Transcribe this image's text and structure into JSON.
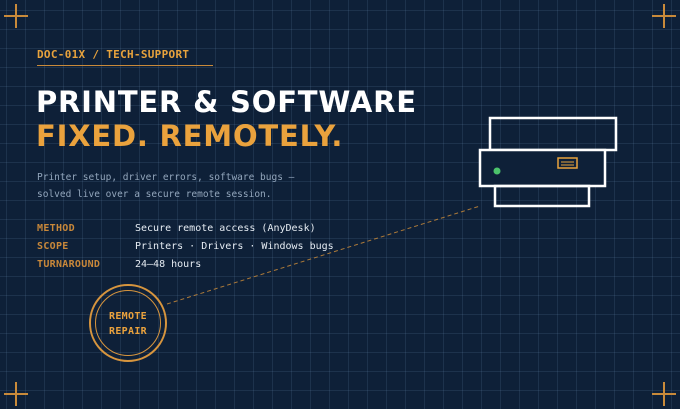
{
  "header": {
    "doc_id": "DOC-01X / TECH-SUPPORT"
  },
  "hero": {
    "title_line1": "PRINTER & SOFTWARE",
    "title_line2": "FIXED. REMOTELY.",
    "description_line1": "Printer setup, driver errors, software bugs —",
    "description_line2": "solved live over a secure remote session."
  },
  "specs": [
    {
      "key": "METHOD",
      "value": "Secure remote access (AnyDesk)"
    },
    {
      "key": "SCOPE",
      "value": "Printers · Drivers · Windows bugs"
    },
    {
      "key": "TURNAROUND",
      "value": "24–48 hours"
    }
  ],
  "stamp": {
    "line1": "REMOTE",
    "line2": "REPAIR"
  },
  "illustration": {
    "icon": "printer-icon",
    "status_led_color": "#4cc36b",
    "accent_color": "#e8a33d"
  },
  "colors": {
    "background": "#0e2038",
    "accent": "#e8a33d",
    "text": "#ffffff"
  }
}
